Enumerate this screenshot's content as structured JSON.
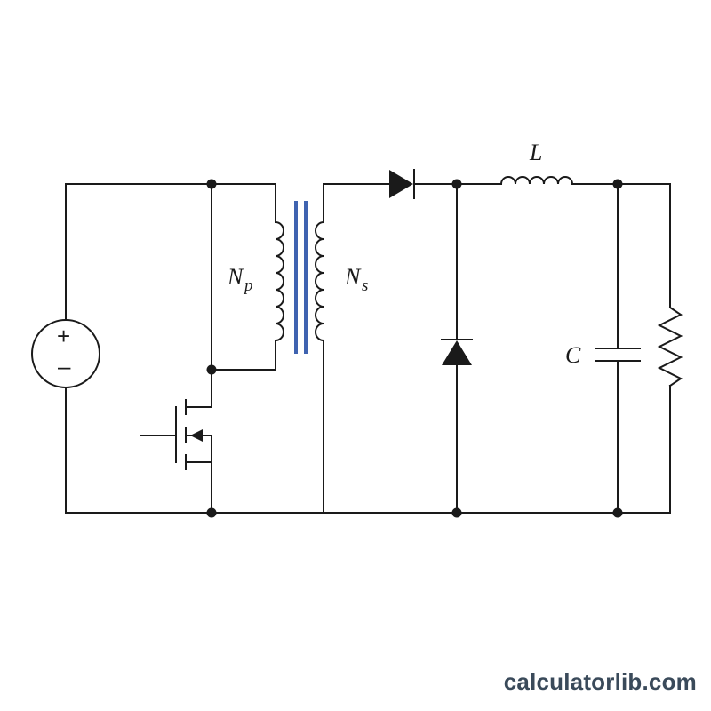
{
  "diagram": {
    "labels": {
      "primary_winding_main": "N",
      "primary_winding_sub": "p",
      "secondary_winding_main": "N",
      "secondary_winding_sub": "s",
      "inductor": "L",
      "capacitor": "C"
    },
    "source_signs": {
      "plus": "+",
      "minus": "–"
    },
    "colors": {
      "wire": "#1a1a1a",
      "transformer_core": "#3f63b0",
      "watermark": "#3a4a5a"
    }
  },
  "watermark": "calculatorlib.com"
}
